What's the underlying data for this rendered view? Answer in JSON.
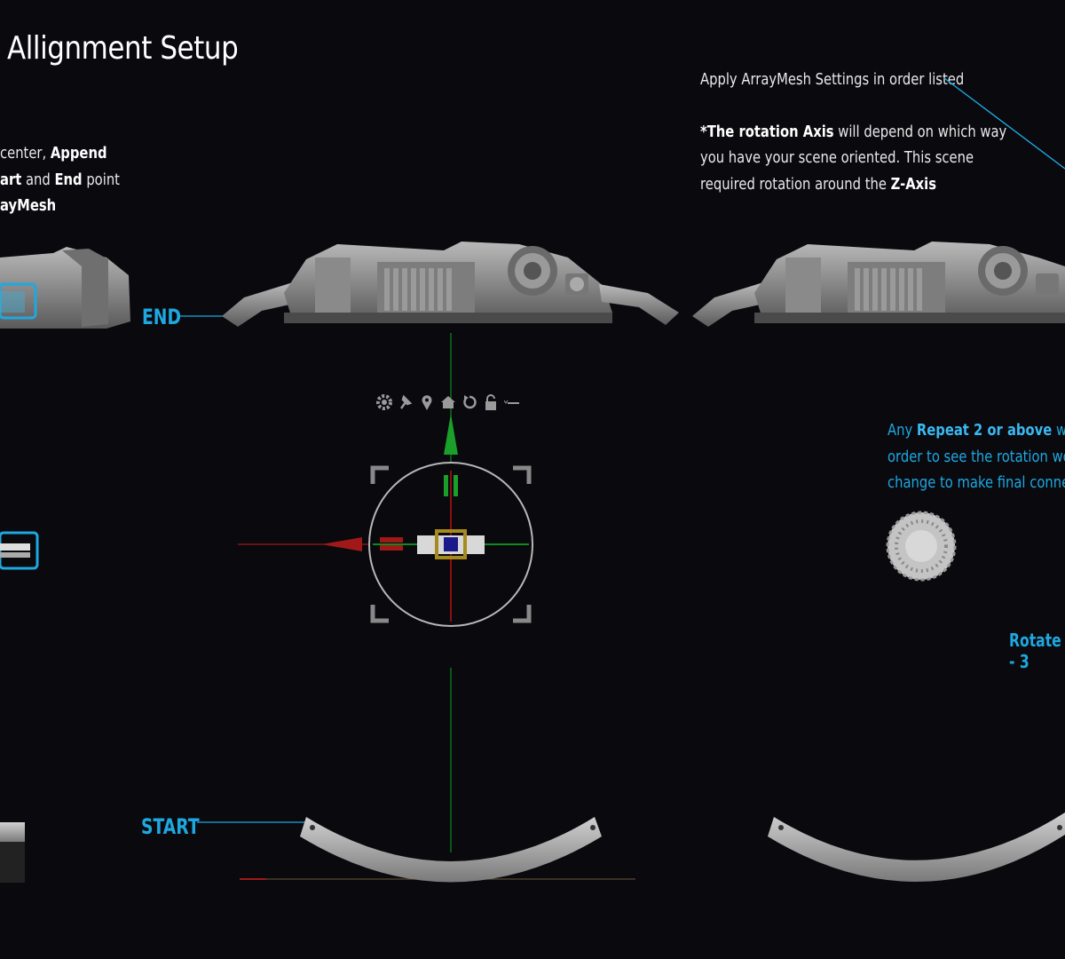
{
  "header": {
    "title": "Allignment Setup"
  },
  "left_note": {
    "line1_pre": "center, ",
    "line1_bold": "Append",
    "line2_bold1": "art",
    "line2_mid": " and ",
    "line2_bold2": "End",
    "line2_post": " point",
    "line3_bold": "ayMesh"
  },
  "right_note": {
    "line1": "Apply ArrayMesh Settings in order listed",
    "line2_bold": "*The rotation Axis",
    "line2_post": " will depend on which way",
    "line3": "you have your scene oriented. This scene",
    "line4_pre": "required rotation around the ",
    "line4_bold": "Z-Axis"
  },
  "repeat_note": {
    "line1_pre": "Any ",
    "line1_bold": "Repeat 2 or above",
    "line1_post": " will ge",
    "line2": "order to see the rotation worki",
    "line3": "change to make final connectio"
  },
  "labels": {
    "end": "END",
    "start": "START",
    "rotate": "Rotate - 3"
  },
  "gizmo_toolbar": [
    "gear-icon",
    "pin-icon",
    "location-icon",
    "home-icon",
    "reset-icon",
    "lock-icon",
    "minus-icon"
  ],
  "colors": {
    "accent": "#1ea8e0",
    "axis_x": "#a01818",
    "axis_y": "#0e8a1e",
    "axis_z": "#1a1a8a",
    "background": "#09090e"
  }
}
